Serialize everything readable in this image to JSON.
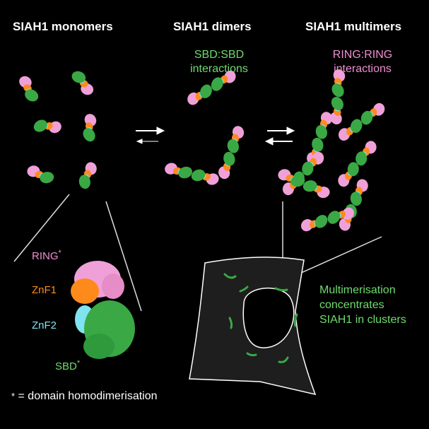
{
  "headers": {
    "monomers": "SIAH1 monomers",
    "dimers": "SIAH1 dimers",
    "multimers": "SIAH1 multimers"
  },
  "dimer_interaction": {
    "line1": "SBD:SBD",
    "line2": "interactions"
  },
  "multimer_interaction": {
    "line1": "RING:RING",
    "line2": "interactions"
  },
  "domains": {
    "ring": "RING",
    "znf1": "ZnF1",
    "znf2": "ZnF2",
    "sbd": "SBD",
    "asterisk": "*"
  },
  "cell_note": {
    "line1": "Multimerisation",
    "line2": "concentrates",
    "line3": "SIAH1 in clusters"
  },
  "footnote": {
    "symbol": "*",
    "text": "= domain homodimerisation"
  },
  "colors": {
    "ring": "#f0a0d8",
    "znf1": "#ff8a1c",
    "znf2": "#7fe3f0",
    "sbd": "#3aa845",
    "label_green": "#6edb6e",
    "label_pink": "#f08fd0"
  }
}
